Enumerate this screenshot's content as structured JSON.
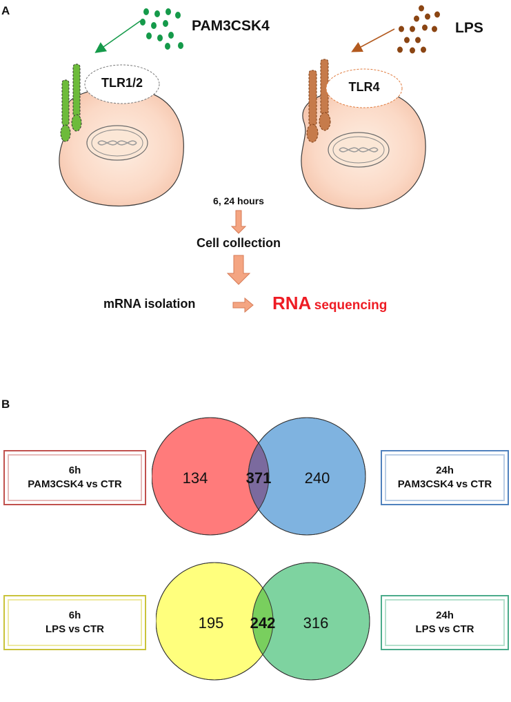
{
  "panel_a": {
    "letter": "A",
    "left_ligand": "PAM3CSK4",
    "right_ligand": "LPS",
    "left_receptor": "TLR1/2",
    "right_receptor": "TLR4",
    "time_label": "6, 24 hours",
    "cell_collection": "Cell collection",
    "mrna_isolation": "mRNA isolation",
    "rna_word": "RNA",
    "sequencing_word": "sequencing",
    "colors": {
      "green": "#159a4a",
      "brown": "#8b4513",
      "arrow_orange": "#f4a582",
      "rna_red": "#ee1c24"
    }
  },
  "panel_b": {
    "letter": "B",
    "venns": [
      {
        "left_label_line1": "6h",
        "left_label_line2": "PAM3CSK4 vs CTR",
        "right_label_line1": "24h",
        "right_label_line2": "PAM3CSK4 vs CTR",
        "left_only": "134",
        "overlap": "371",
        "right_only": "240",
        "left_color": "#ff7b7b",
        "right_color": "#7fb3e0",
        "overlap_color": "#7b6a9e"
      },
      {
        "left_label_line1": "6h",
        "left_label_line2": "LPS vs CTR",
        "right_label_line1": "24h",
        "right_label_line2": "LPS vs CTR",
        "left_only": "195",
        "overlap": "242",
        "right_only": "316",
        "left_color": "#ffff7d",
        "right_color": "#7ed3a0",
        "overlap_color": "#79cf5e"
      }
    ]
  }
}
